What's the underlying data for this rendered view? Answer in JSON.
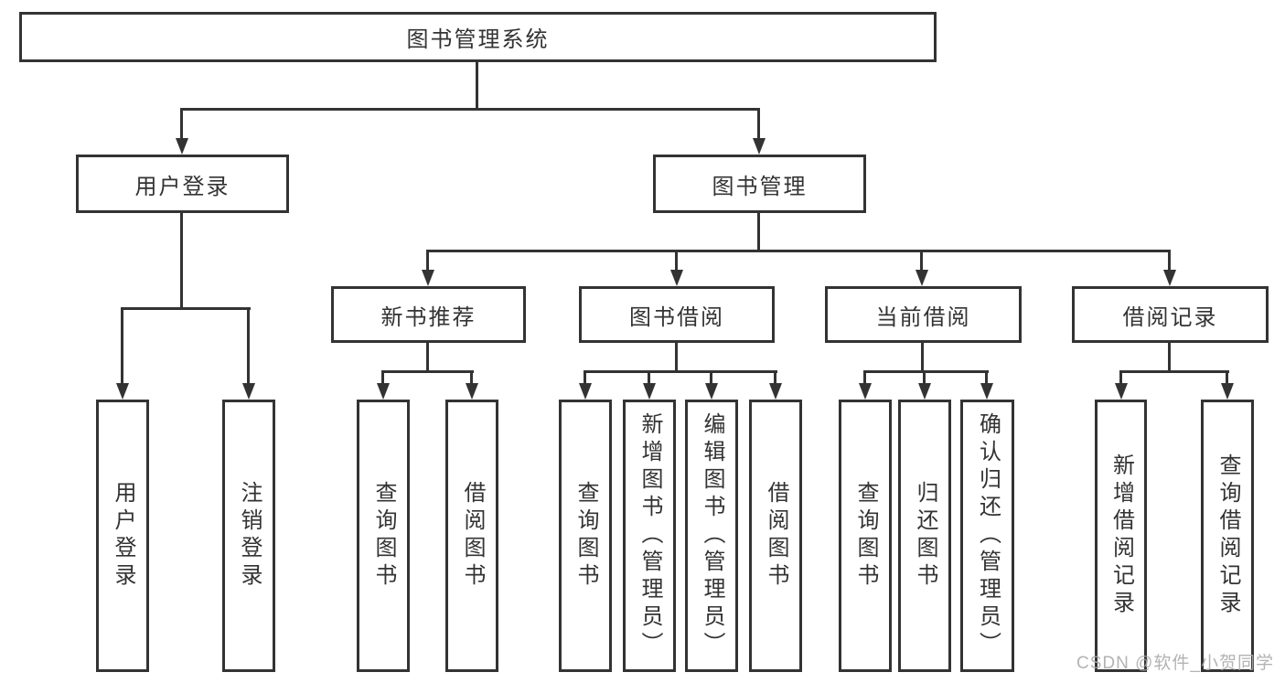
{
  "diagram": {
    "root": {
      "label": "图书管理系统"
    },
    "branches": [
      {
        "label": "用户登录",
        "children": [
          {
            "label": "用户登录"
          },
          {
            "label": "注销登录"
          }
        ]
      },
      {
        "label": "图书管理",
        "children": [
          {
            "label": "新书推荐",
            "children": [
              {
                "label": "查询图书"
              },
              {
                "label": "借阅图书"
              }
            ]
          },
          {
            "label": "图书借阅",
            "children": [
              {
                "label": "查询图书"
              },
              {
                "label": "新增图书（管理员）"
              },
              {
                "label": "编辑图书（管理员）"
              },
              {
                "label": "借阅图书"
              }
            ]
          },
          {
            "label": "当前借阅",
            "children": [
              {
                "label": "查询图书"
              },
              {
                "label": "归还图书"
              },
              {
                "label": "确认归还（管理员）"
              }
            ]
          },
          {
            "label": "借阅记录",
            "children": [
              {
                "label": "新增借阅记录"
              },
              {
                "label": "查询借阅记录"
              }
            ]
          }
        ]
      }
    ]
  },
  "watermark": {
    "text": "CSDN @软件_小贺同学"
  },
  "colors": {
    "line": "#333333",
    "background": "#ffffff",
    "watermark": "#a9a9a9"
  }
}
